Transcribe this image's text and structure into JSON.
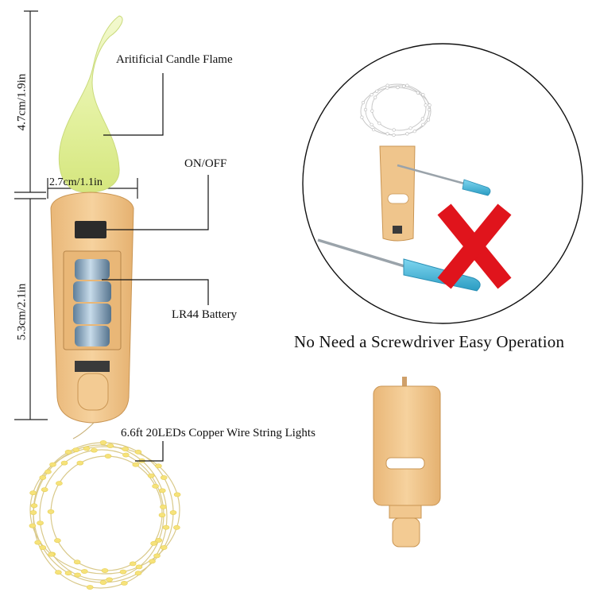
{
  "labels": {
    "flame": "Aritificial Candle Flame",
    "switch": "ON/OFF",
    "battery": "LR44 Battery",
    "lights": "6.6ft 20LEDs Copper Wire String Lights",
    "width": "2.7cm/1.1in",
    "flame_height": "4.7cm/1.9in",
    "body_height": "5.3cm/2.1in"
  },
  "caption": "No Need a Screwdriver Easy Operation",
  "colors": {
    "flame": "#e4f2a2",
    "cork": "#f2c88e",
    "battery": "#8fb0cc",
    "cross": "#e0141c",
    "screwdriver": "#3fb6d8",
    "led": "#f6e27a"
  }
}
